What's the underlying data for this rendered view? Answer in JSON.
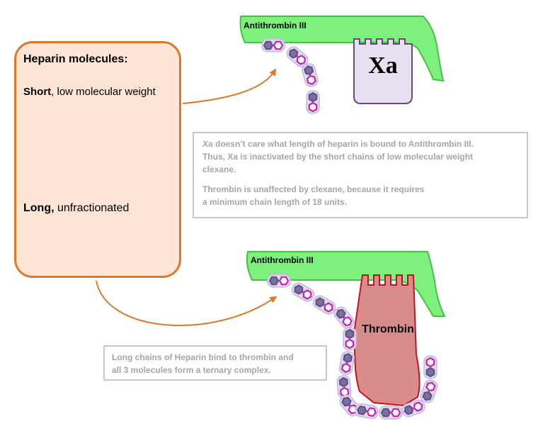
{
  "legend": {
    "title": "Heparin molecules:",
    "short_bold": "Short",
    "short_rest": ", low molecular weight",
    "long_bold": "Long,",
    "long_rest": " unfractionated"
  },
  "top_complex": {
    "antithrombin_label": "Antithrombin III",
    "enzyme_label": "Xa"
  },
  "bottom_complex": {
    "antithrombin_label": "Antithrombin III",
    "enzyme_label": "Thrombin"
  },
  "note_top": {
    "line1": "Xa doesn’t care what length of heparin is bound to Antithrombin III.",
    "line2": "Thus, Xa is inactivated by the short chains of low molecular weight",
    "line3": "clexane.",
    "line4": "Thrombin is unaffected by clexane, because it requires",
    "line5": "a minimum chain length of 18 units."
  },
  "note_bottom": {
    "line1": "Long chains of Heparin bind to thrombin and",
    "line2": "all 3 molecules form a ternary complex."
  },
  "colors": {
    "antithrombin": "#7ef07e",
    "xa_fill": "#e6e0f0",
    "thrombin_fill": "#d98c8c",
    "arrow": "#e0782a",
    "hex_purple": "#5e5285",
    "hex_magenta": "#c81fb5"
  }
}
